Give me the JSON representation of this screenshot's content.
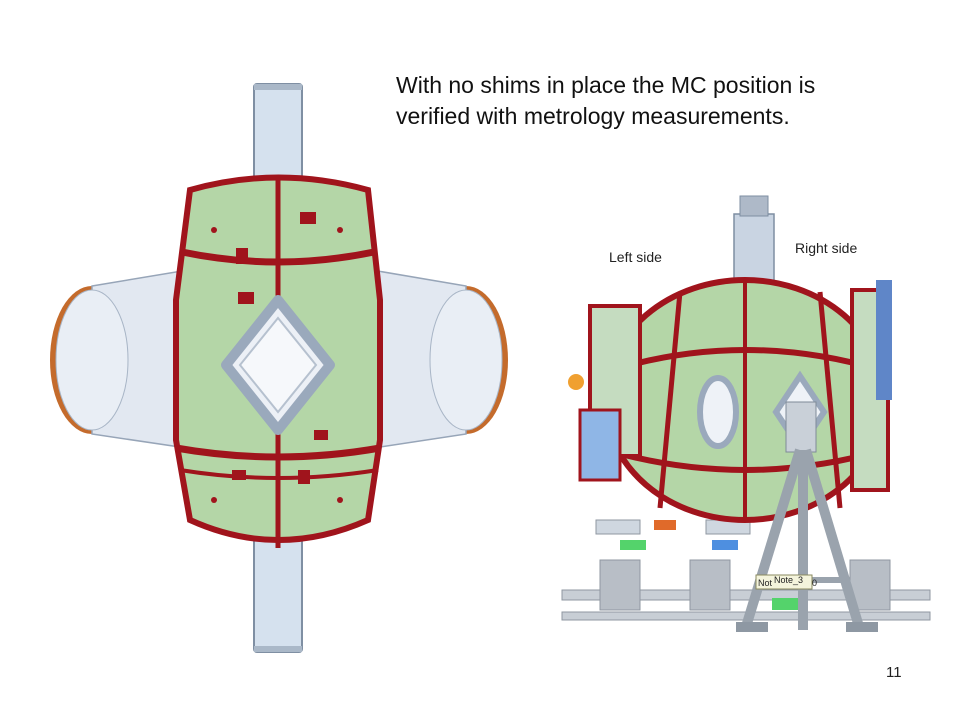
{
  "slide": {
    "title_line1": "With no shims in place the MC position is",
    "title_line2": "verified with metrology measurements.",
    "label_left": "Left side",
    "label_right": "Right side",
    "page_number": "11",
    "tag_note": "Note_3",
    "tag_not": "Not",
    "tag_zero": "0"
  },
  "colors": {
    "shell_green": "#b4d6a7",
    "flange_red": "#a0141c",
    "port_white": "#dde4ee",
    "steel_gray": "#b8bec6",
    "copper": "#c46b2c"
  }
}
